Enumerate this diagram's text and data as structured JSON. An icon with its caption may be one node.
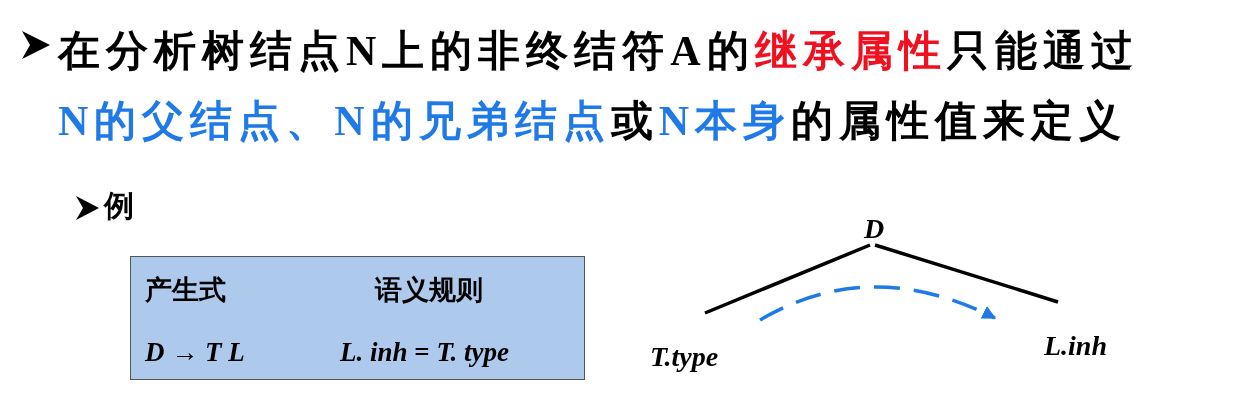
{
  "diagram": {
    "nodes": [
      {
        "text": [
          "*D*"
        ]
      },
      {
        "text": [
          "*T.type*"
        ]
      },
      {
        "text": [
          "*L.inh*"
        ]
      }
    ],
    "edges": [
      {
        "from": 0,
        "to": 1,
        "arrow": "none"
      },
      {
        "from": 0,
        "to": 2,
        "arrow": "none"
      },
      {
        "from": 1,
        "to": 2,
        "arrow": "to",
        "style": "dashed",
        "color": "#1f7ae8"
      }
    ],
    "labels": [
      "在分析树结点N上的非终结符A的",
      "继承属性",
      "只能通过",
      "N的父结点、N的兄弟结点",
      "或",
      "N本身",
      "的属性值来定义",
      "例",
      "产生式",
      "语义规则",
      "*D* → *T L*",
      "*L. inh* = *T. type*"
    ]
  }
}
